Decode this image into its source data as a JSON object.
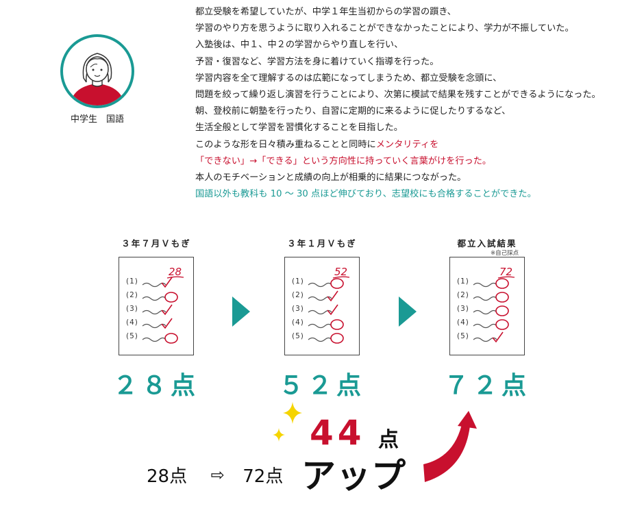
{
  "profile": {
    "caption": "中学生　国語"
  },
  "story": {
    "lines": [
      "都立受験を希望していたが、中学１年生当初からの学習の躓き、",
      "学習のやり方を思うように取り入れることができなかったことにより、学力が不振していた。",
      "入塾後は、中１、中２の学習からやり直しを行い、",
      "予習・復習など、学習方法を身に着けていく指導を行った。",
      "学習内容を全て理解するのは広範になってしまうため、都立受験を念頭に、",
      "問題を絞って繰り返し演習を行うことにより、次第に模試で結果を残すことができるようになった。",
      "朝、登校前に朝塾を行ったり、自習に定期的に来るように促したりするなど、",
      "生活全般として学習を習慣化することを目指した。"
    ],
    "line9_plain": "このような形を日々積み重ねることと同時に",
    "line9_red": "メンタリティを",
    "line10_red": "「できない」→「できる」という方向性に持っていく言葉がけを行った。",
    "line11": "本人のモチベーションと成績の向上が相乗的に結果につながった。",
    "line12_teal": "国語以外も教科も 10 ～ 30 点ほど伸びており、志望校にも合格することができた。"
  },
  "stages": [
    {
      "title": "３年７月Ｖもぎ",
      "score_text": "28",
      "score": "２８点",
      "marks": [
        "check",
        "circle",
        "check",
        "check",
        "circle"
      ]
    },
    {
      "title": "３年１月Ｖもぎ",
      "score_text": "52",
      "score": "５２点",
      "marks": [
        "circle",
        "check",
        "check",
        "circle",
        "circle"
      ]
    },
    {
      "title": "都立入試結果",
      "note": "※自己採点",
      "score_text": "72",
      "score": "７２点",
      "marks": [
        "circle",
        "circle",
        "circle",
        "circle",
        "check"
      ]
    }
  ],
  "row_labels": [
    "(1)",
    "(2)",
    "(3)",
    "(4)",
    "(5)"
  ],
  "summary": {
    "from": "28点",
    "arrow": "⇨",
    "to": "72点"
  },
  "gain": {
    "number": "44",
    "unit": "点",
    "up": "アップ"
  },
  "colors": {
    "teal": "#1a9a94",
    "red": "#c8102e",
    "sparkle": "#f5d400"
  }
}
